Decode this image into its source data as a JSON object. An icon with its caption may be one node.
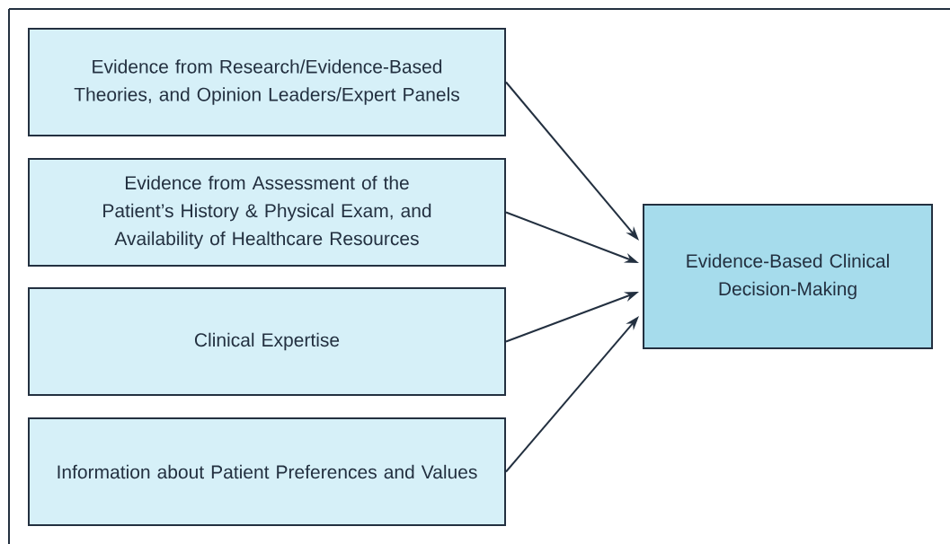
{
  "diagram": {
    "nodes": [
      {
        "text": [
          "Evidence from Research/Evidence-Based Theories, and Opinion Leaders/Expert Panels"
        ]
      },
      {
        "text": [
          "Evidence from Assessment of the Patient’s History & Physical Exam, and Availability of Healthcare Resources"
        ]
      },
      {
        "text": [
          "Clinical Expertise"
        ]
      },
      {
        "text": [
          "Information about Patient Preferences and Values"
        ]
      },
      {
        "text": [
          "Evidence-Based Clinical Decision-Making"
        ]
      }
    ],
    "edges": [
      {
        "from": 0,
        "to": 4,
        "arrow": "to"
      },
      {
        "from": 1,
        "to": 4,
        "arrow": "to"
      },
      {
        "from": 2,
        "to": 4,
        "arrow": "to"
      },
      {
        "from": 3,
        "to": 4,
        "arrow": "to"
      }
    ]
  }
}
